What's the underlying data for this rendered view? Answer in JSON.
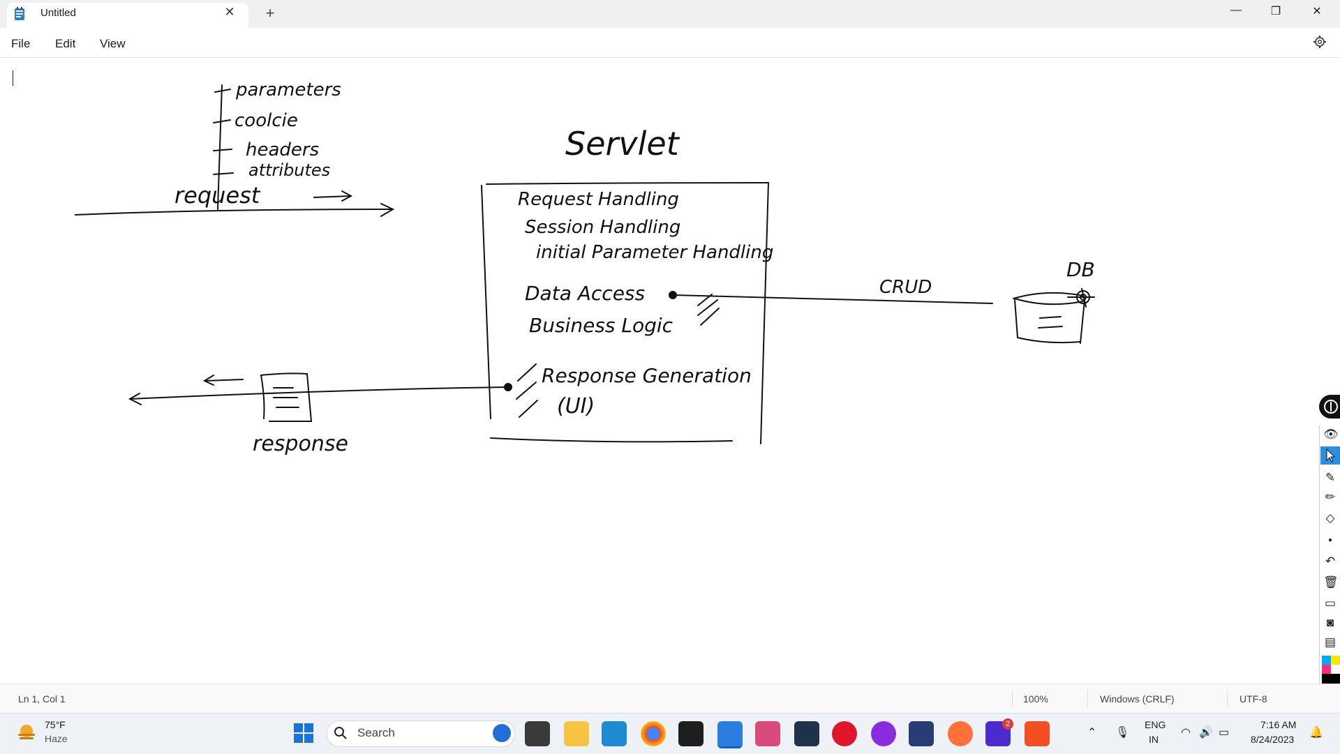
{
  "window": {
    "tab_title": "Untitled",
    "tab_close": "✕",
    "new_tab": "+",
    "minimize": "—",
    "maximize": "❐",
    "close": "✕",
    "app_icon": "notepad-icon"
  },
  "menu": {
    "file": "File",
    "edit": "Edit",
    "view": "View",
    "settings_icon": "gear-icon"
  },
  "drawing": {
    "request_attrs": [
      "parameters",
      "coolcie",
      "headers",
      "attributes"
    ],
    "request_label": "request",
    "servlet_title": "Servlet",
    "servlet_items": [
      "Request Handling",
      "Session Handling",
      "initial Parameter Handling",
      "Data Access",
      "Business Logic",
      "Response Generation",
      "(UI)"
    ],
    "crud_label": "CRUD",
    "db_label": "DB",
    "response_label": "response"
  },
  "statusbar": {
    "position": "Ln 1, Col 1",
    "zoom": "100%",
    "line_ending": "Windows (CRLF)",
    "encoding": "UTF-8"
  },
  "taskbar": {
    "weather_temp": "75°F",
    "weather_desc": "Haze",
    "search_placeholder": "Search",
    "badge_count": "2",
    "lang_top": "ENG",
    "lang_bottom": "IN",
    "time": "7:16 AM",
    "date": "8/24/2023"
  },
  "colors": {
    "accent": "#0067c0",
    "ink": "#111111"
  }
}
